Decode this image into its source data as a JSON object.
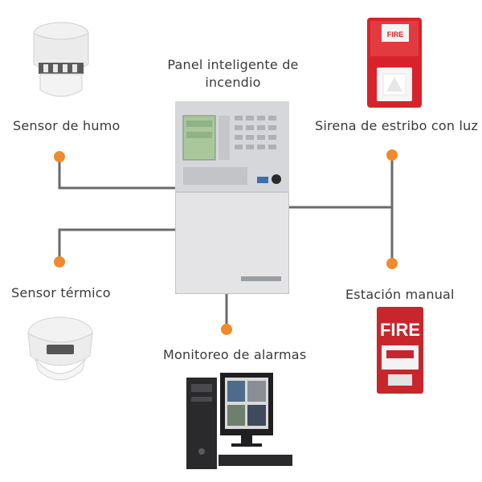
{
  "panel": {
    "title_line1": "Panel inteligente de",
    "title_line2": "incendio"
  },
  "devices": {
    "smoke_sensor": {
      "label": "Sensor de humo",
      "icon": "smoke-detector-icon"
    },
    "strobe_siren": {
      "label": "Sirena de estribo con luz",
      "icon": "strobe-siren-icon",
      "plate_text": "FIRE"
    },
    "thermal_sensor": {
      "label": "Sensor térmico",
      "icon": "heat-detector-icon"
    },
    "manual_station": {
      "label": "Estación manual",
      "icon": "pull-station-icon",
      "sign_text": "FIRE"
    },
    "alarm_monitoring": {
      "label": "Monitoreo de alarmas",
      "icon": "computer-workstation-icon"
    }
  },
  "colors": {
    "wire": "#6b6b6b",
    "connector": "#f08a2c",
    "siren_red": "#d8232a",
    "panel_body": "#e4e4e6"
  }
}
